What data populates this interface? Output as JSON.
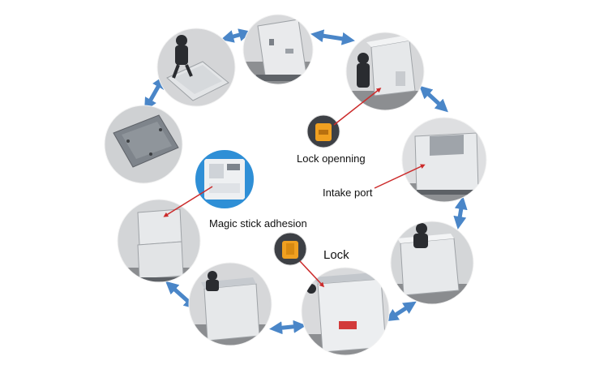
{
  "labels": {
    "lock_opening": "Lock openning",
    "intake_port": "Intake port",
    "magic_stick": "Magic stick adhesion",
    "lock": "Lock"
  },
  "colors": {
    "arrow": "#4a86c8",
    "pointer": "#cc2b2b",
    "panel_light": "#e4e6e8",
    "panel_mid": "#c9ccd0",
    "panel_dark": "#6d7278",
    "floor": "#8d8f92",
    "wall": "#d8d9db",
    "lock_orange": "#f0a020",
    "magic_panel": "#2f8fd6",
    "person_dark": "#2a2c30"
  },
  "icons": {
    "lock": "padlock-icon",
    "lock_open": "padlock-open-icon",
    "magic_stick": "velcro-panel-icon"
  }
}
